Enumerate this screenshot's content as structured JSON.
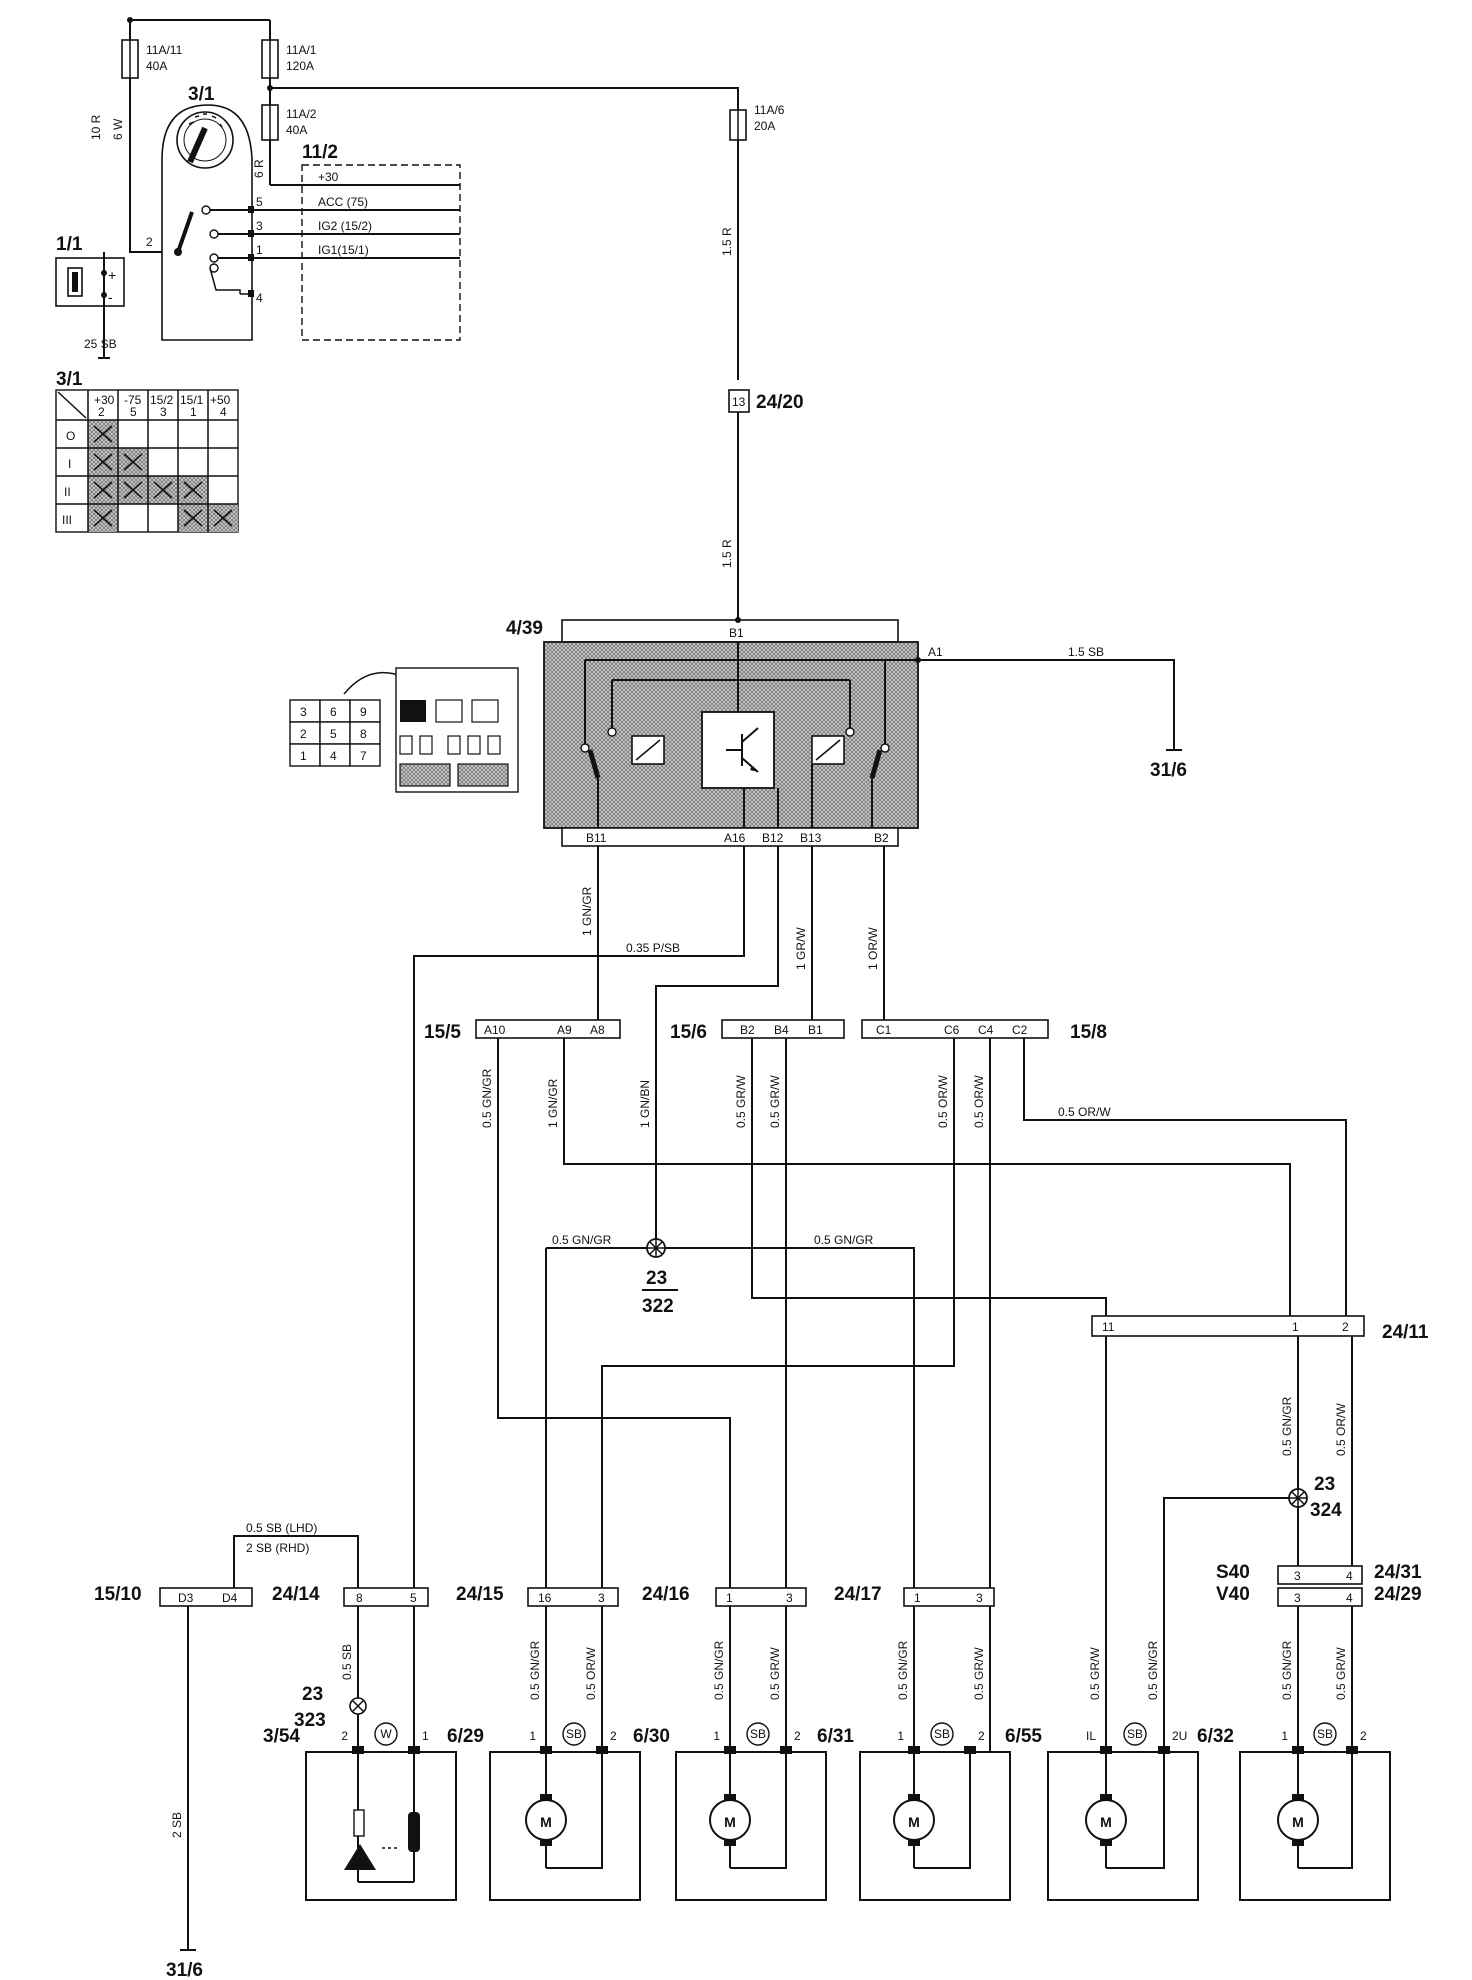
{
  "components": {
    "fuse_1": {
      "id": "11A/11",
      "rating": "40A"
    },
    "fuse_2": {
      "id": "11A/1",
      "rating": "120A"
    },
    "fuse_3": {
      "id": "11A/2",
      "rating": "40A"
    },
    "fuse_4": {
      "id": "11A/6",
      "rating": "20A"
    },
    "ignition_switch": "3/1",
    "battery": "1/1",
    "connector_11_2": {
      "id": "11/2",
      "terminals": [
        {
          "pin": "",
          "label": "+30"
        },
        {
          "pin": "5",
          "label": "ACC (75)"
        },
        {
          "pin": "3",
          "label": "IG2 (15/2)"
        },
        {
          "pin": "1",
          "label": "IG1(15/1)"
        },
        {
          "pin": "4",
          "label": ""
        }
      ],
      "switch_pin": "2"
    },
    "switch_table": {
      "id": "3/1",
      "columns": [
        {
          "top": "+30",
          "bottom": "2"
        },
        {
          "top": "-75",
          "bottom": "5"
        },
        {
          "top": "15/2",
          "bottom": "3"
        },
        {
          "top": "15/1",
          "bottom": "1"
        },
        {
          "top": "+50",
          "bottom": "4"
        }
      ],
      "rows": [
        "O",
        "I",
        "II",
        "III"
      ]
    },
    "connector_24_20": {
      "id": "24/20",
      "pin": "13"
    },
    "module": {
      "id": "4/39",
      "top_pin": "B1",
      "side_pin": "A1",
      "bottom_pins": [
        "B11",
        "A16",
        "B12",
        "B13",
        "B2"
      ]
    },
    "ground_1": "31/6",
    "ground_2": "31/6",
    "connector_15_5": {
      "id": "15/5",
      "pins": [
        "A10",
        "A9",
        "A8"
      ]
    },
    "connector_15_6": {
      "id": "15/6",
      "pins": [
        "B2",
        "B4",
        "B1"
      ]
    },
    "connector_15_8": {
      "id": "15/8",
      "pins": [
        "C1",
        "C6",
        "C4",
        "C2"
      ]
    },
    "splice_322": {
      "top": "23",
      "bottom": "322"
    },
    "splice_324": {
      "top": "23",
      "bottom": "324"
    },
    "splice_323": {
      "top": "23",
      "bottom": "323"
    },
    "connector_24_11": {
      "id": "24/11",
      "pins": [
        "11",
        "1",
        "2"
      ]
    },
    "connector_24_31": {
      "id": "24/31",
      "variant": "S40",
      "pins": [
        "3",
        "4"
      ]
    },
    "connector_24_29": {
      "id": "24/29",
      "variant": "V40",
      "pins": [
        "3",
        "4"
      ]
    },
    "connector_15_10": {
      "id": "15/10",
      "pins": [
        "D3",
        "D4"
      ]
    },
    "connector_24_14": {
      "id": "24/14",
      "pins": [
        "8",
        "5"
      ]
    },
    "connector_24_15": {
      "id": "24/15",
      "pins": [
        "16",
        "3"
      ]
    },
    "connector_24_16": {
      "id": "24/16",
      "pins": [
        "1",
        "3"
      ]
    },
    "connector_24_17": {
      "id": "24/17",
      "pins": [
        "1",
        "3"
      ]
    },
    "devices": [
      {
        "id": "3/54",
        "badge": "W",
        "pins": [
          "2",
          "1"
        ],
        "kind": "key"
      },
      {
        "id": "6/29",
        "badge": "SB",
        "pins": [
          "1",
          "2"
        ],
        "kind": "motor",
        "symbol": "M"
      },
      {
        "id": "6/30",
        "badge": "SB",
        "pins": [
          "1",
          "2"
        ],
        "kind": "motor",
        "symbol": "M"
      },
      {
        "id": "6/31",
        "badge": "SB",
        "pins": [
          "1",
          "2"
        ],
        "kind": "motor",
        "symbol": "M"
      },
      {
        "id": "6/55",
        "badge": "SB",
        "pins": [
          "IL",
          "2U"
        ],
        "kind": "motor",
        "symbol": "M"
      },
      {
        "id": "6/32",
        "badge": "SB",
        "pins": [
          "1",
          "2"
        ],
        "kind": "motor",
        "symbol": "M"
      }
    ],
    "small_connector_numbers": [
      "3",
      "6",
      "9",
      "2",
      "5",
      "8",
      "1",
      "4",
      "7"
    ]
  },
  "wires": {
    "w_10r": "10 R",
    "w_6w": "6 W",
    "w_6r": "6 R",
    "w_25sb": "25 SB",
    "w_15r_a": "1.5 R",
    "w_15r_b": "1.5 R",
    "w_15sb": "1.5 SB",
    "w_gngr_1": "1 GN/GR",
    "w_psb": "0.35 P/SB",
    "w_grw_1": "1 GR/W",
    "w_orw_1": "1 OR/W",
    "w_gngr_05a": "0.5 GN/GR",
    "w_gngr_1b": "1 GN/GR",
    "w_gnbn": "1 GN/BN",
    "w_grw_05a": "0.5 GR/W",
    "w_grw_05b": "0.5 GR/W",
    "w_orw_05a": "0.5 OR/W",
    "w_orw_05b": "0.5 OR/W",
    "w_orw_05h": "0.5 OR/W",
    "w_gngr_h1": "0.5 GN/GR",
    "w_gngr_h2": "0.5 GN/GR",
    "w_gngr_r": "0.5 GN/GR",
    "w_orw_r": "0.5 OR/W",
    "w_sb_lhd": "0.5 SB (LHD)",
    "w_sb_rhd": "2 SB (RHD)",
    "w_2sb": "2 SB",
    "w_05sb": "0.5 SB",
    "w_b1": "0.5 GN/GR",
    "w_b2": "0.5 OR/W",
    "w_c1": "0.5 GN/GR",
    "w_c2": "0.5 GR/W",
    "w_d1": "0.5 GN/GR",
    "w_d2": "0.5 GR/W",
    "w_e1": "0.5 GR/W",
    "w_e2": "0.5 GN/GR",
    "w_f1": "0.5 GN/GR",
    "w_f2": "0.5 GR/W"
  }
}
